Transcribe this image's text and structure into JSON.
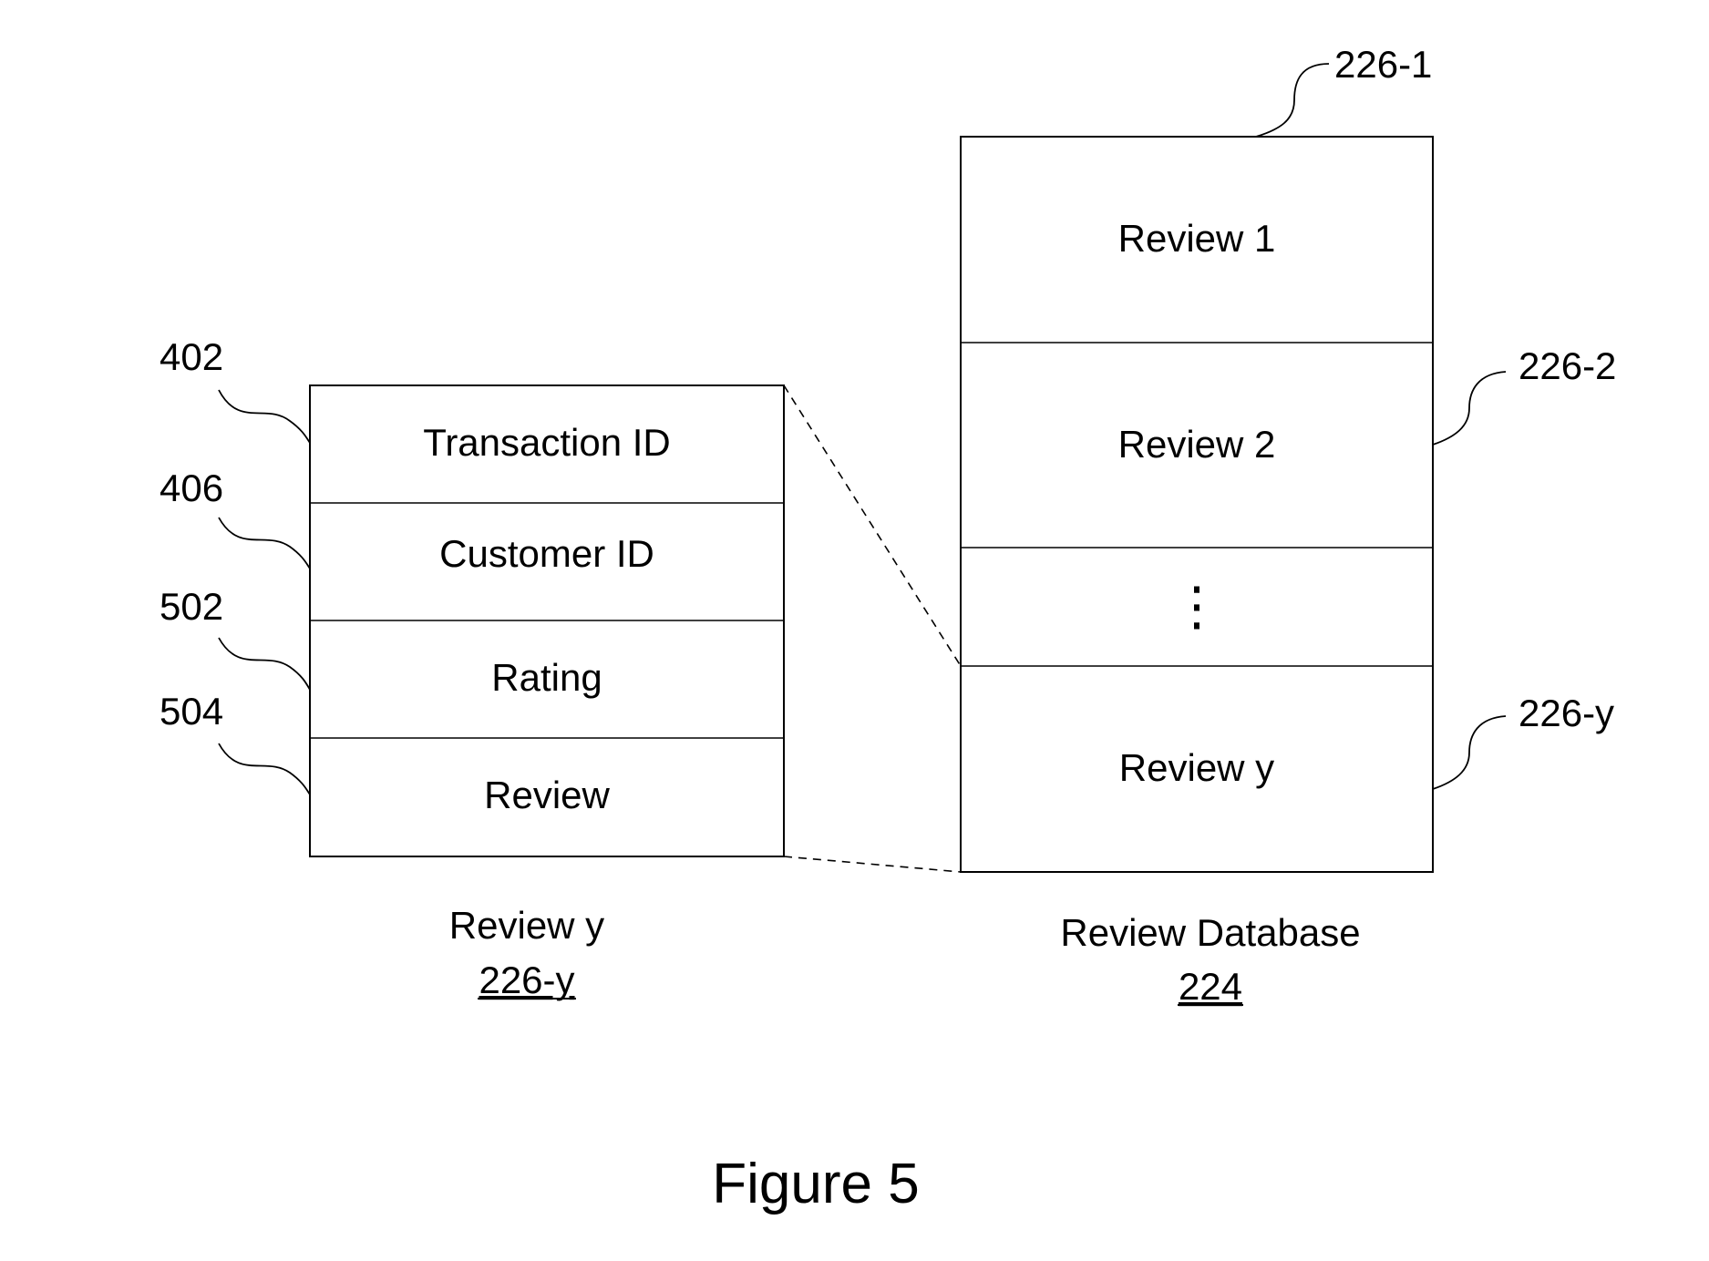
{
  "record": {
    "fields": [
      "Transaction ID",
      "Customer ID",
      "Rating",
      "Review"
    ],
    "field_refs": [
      "402",
      "406",
      "502",
      "504"
    ],
    "caption": "Review y",
    "caption_ref": "226-y"
  },
  "database": {
    "rows": [
      "Review 1",
      "Review 2",
      "⋮",
      "Review y"
    ],
    "row_refs": [
      "226-1",
      "226-2",
      "",
      "226-y"
    ],
    "caption": "Review Database",
    "caption_ref": "224"
  },
  "figure_label": "Figure 5"
}
